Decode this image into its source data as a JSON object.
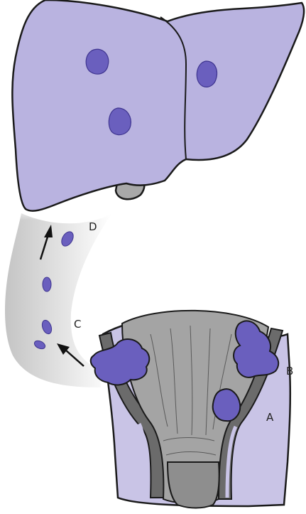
{
  "labels": {
    "a": "A",
    "b": "B",
    "c": "C",
    "d": "D"
  },
  "colors": {
    "liver": "#b9b3e0",
    "tumor": "#6a5fbe",
    "outline": "#1a1a1a",
    "rectum_mucosa": "#a4a4a4",
    "muscle_layer": "#6b6b6b",
    "outer_wall": "#c9c4e6",
    "vessel_gradient_start": "#c8c8c8",
    "vessel_gradient_end": "#ffffff"
  }
}
